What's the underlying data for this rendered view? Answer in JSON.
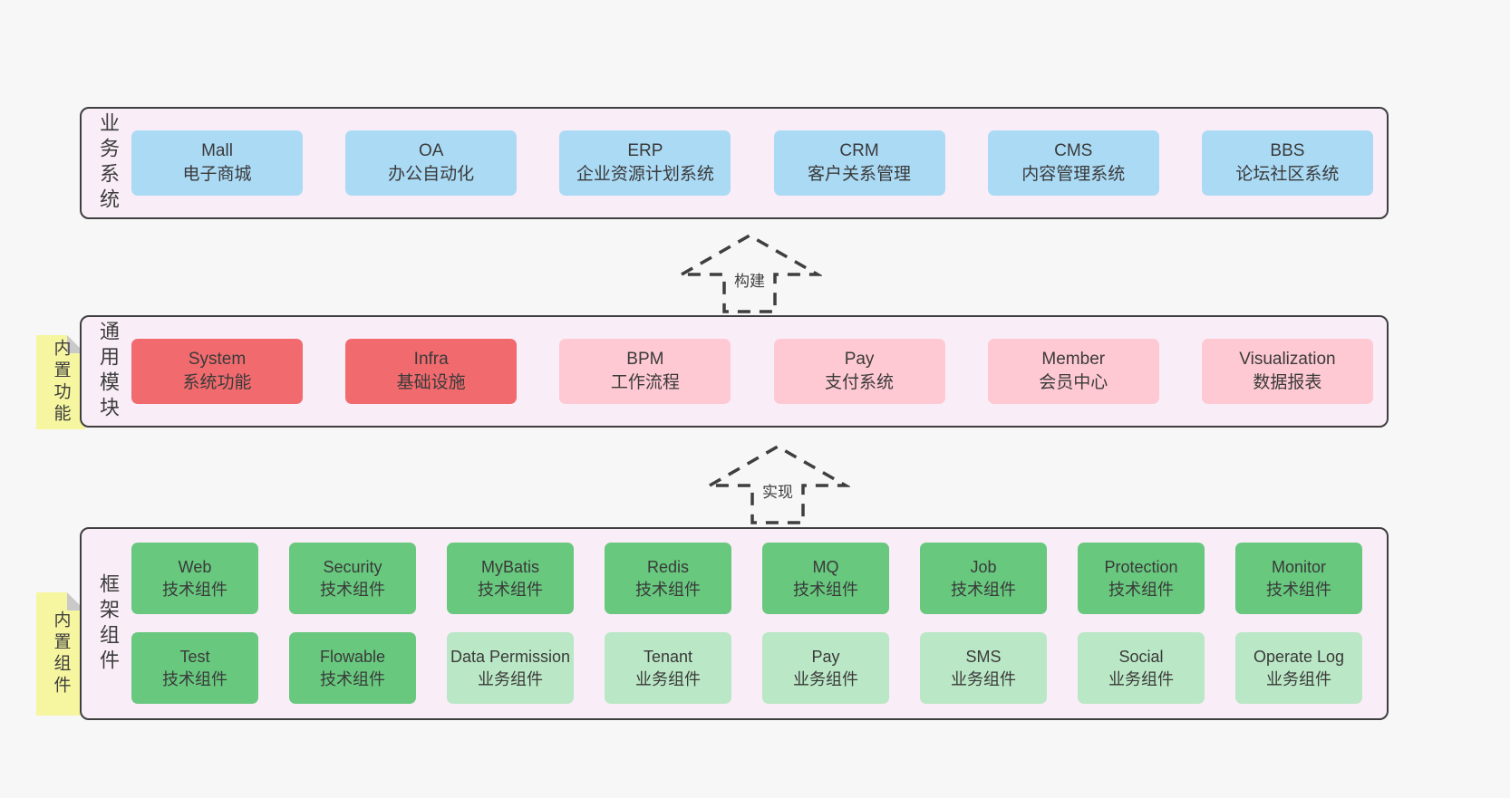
{
  "colors": {
    "page_bg": "#f7f7f7",
    "layer_bg": "#f9edf7",
    "layer_border": "#3f3f3f",
    "blue_box": "#abdaf5",
    "red_box": "#f16b6e",
    "pink_box": "#fec9d3",
    "green_box": "#67c87e",
    "light_green_box": "#bae7c5",
    "note_yellow": "#f6f6a0",
    "note_fold_gray": "#c9c9c9",
    "text": "#3a3a3a"
  },
  "arrows": {
    "build": "构建",
    "implement": "实现"
  },
  "notes": {
    "builtin_features": "内置功能",
    "builtin_components": "内置组件"
  },
  "layers": {
    "business": {
      "label": "业务系统",
      "boxes": [
        {
          "name": "Mall",
          "desc": "电子商城",
          "variant": "blue"
        },
        {
          "name": "OA",
          "desc": "办公自动化",
          "variant": "blue"
        },
        {
          "name": "ERP",
          "desc": "企业资源计划系统",
          "variant": "blue"
        },
        {
          "name": "CRM",
          "desc": "客户关系管理",
          "variant": "blue"
        },
        {
          "name": "CMS",
          "desc": "内容管理系统",
          "variant": "blue"
        },
        {
          "name": "BBS",
          "desc": "论坛社区系统",
          "variant": "blue"
        }
      ]
    },
    "modules": {
      "label": "通用模块",
      "boxes": [
        {
          "name": "System",
          "desc": "系统功能",
          "variant": "red"
        },
        {
          "name": "Infra",
          "desc": "基础设施",
          "variant": "red"
        },
        {
          "name": "BPM",
          "desc": "工作流程",
          "variant": "pink"
        },
        {
          "name": "Pay",
          "desc": "支付系统",
          "variant": "pink"
        },
        {
          "name": "Member",
          "desc": "会员中心",
          "variant": "pink"
        },
        {
          "name": "Visualization",
          "desc": "数据报表",
          "variant": "pink"
        }
      ]
    },
    "components": {
      "label": "框架组件",
      "row1": [
        {
          "name": "Web",
          "desc": "技术组件",
          "variant": "green"
        },
        {
          "name": "Security",
          "desc": "技术组件",
          "variant": "green"
        },
        {
          "name": "MyBatis",
          "desc": "技术组件",
          "variant": "green"
        },
        {
          "name": "Redis",
          "desc": "技术组件",
          "variant": "green"
        },
        {
          "name": "MQ",
          "desc": "技术组件",
          "variant": "green"
        },
        {
          "name": "Job",
          "desc": "技术组件",
          "variant": "green"
        },
        {
          "name": "Protection",
          "desc": "技术组件",
          "variant": "green"
        },
        {
          "name": "Monitor",
          "desc": "技术组件",
          "variant": "green"
        }
      ],
      "row2": [
        {
          "name": "Test",
          "desc": "技术组件",
          "variant": "green"
        },
        {
          "name": "Flowable",
          "desc": "技术组件",
          "variant": "green"
        },
        {
          "name": "Data Permission",
          "desc": "业务组件",
          "variant": "lightgreen"
        },
        {
          "name": "Tenant",
          "desc": "业务组件",
          "variant": "lightgreen"
        },
        {
          "name": "Pay",
          "desc": "业务组件",
          "variant": "lightgreen"
        },
        {
          "name": "SMS",
          "desc": "业务组件",
          "variant": "lightgreen"
        },
        {
          "name": "Social",
          "desc": "业务组件",
          "variant": "lightgreen"
        },
        {
          "name": "Operate Log",
          "desc": "业务组件",
          "variant": "lightgreen"
        }
      ]
    }
  }
}
